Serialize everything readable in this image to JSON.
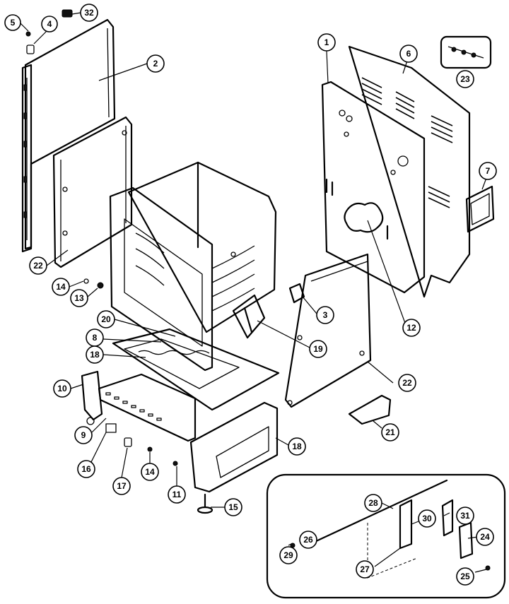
{
  "diagram": {
    "callouts": [
      {
        "id": "c5",
        "label": "5"
      },
      {
        "id": "c4",
        "label": "4"
      },
      {
        "id": "c32",
        "label": "32"
      },
      {
        "id": "c2",
        "label": "2"
      },
      {
        "id": "c22a",
        "label": "22"
      },
      {
        "id": "c14a",
        "label": "14"
      },
      {
        "id": "c13",
        "label": "13"
      },
      {
        "id": "c20",
        "label": "20"
      },
      {
        "id": "c8",
        "label": "8"
      },
      {
        "id": "c18a",
        "label": "18"
      },
      {
        "id": "c10",
        "label": "10"
      },
      {
        "id": "c9",
        "label": "9"
      },
      {
        "id": "c16",
        "label": "16"
      },
      {
        "id": "c17",
        "label": "17"
      },
      {
        "id": "c14b",
        "label": "14"
      },
      {
        "id": "c11",
        "label": "11"
      },
      {
        "id": "c15",
        "label": "15"
      },
      {
        "id": "c18b",
        "label": "18"
      },
      {
        "id": "c19",
        "label": "19"
      },
      {
        "id": "c3",
        "label": "3"
      },
      {
        "id": "c22b",
        "label": "22"
      },
      {
        "id": "c21",
        "label": "21"
      },
      {
        "id": "c12",
        "label": "12"
      },
      {
        "id": "c1",
        "label": "1"
      },
      {
        "id": "c6",
        "label": "6"
      },
      {
        "id": "c23",
        "label": "23"
      },
      {
        "id": "c7",
        "label": "7"
      },
      {
        "id": "c28",
        "label": "28"
      },
      {
        "id": "c30",
        "label": "30"
      },
      {
        "id": "c31",
        "label": "31"
      },
      {
        "id": "c24",
        "label": "24"
      },
      {
        "id": "c29",
        "label": "29"
      },
      {
        "id": "c26",
        "label": "26"
      },
      {
        "id": "c27",
        "label": "27"
      },
      {
        "id": "c25",
        "label": "25"
      }
    ]
  }
}
